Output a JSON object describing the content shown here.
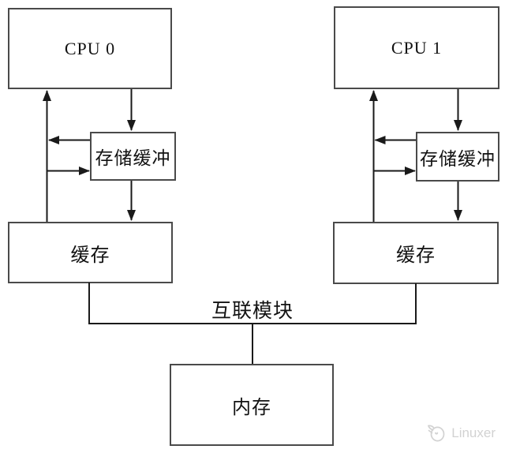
{
  "nodes": {
    "cpu0": "CPU 0",
    "cpu1": "CPU 1",
    "store_buffer_0": "存储缓冲",
    "store_buffer_1": "存储缓冲",
    "cache_0": "缓存",
    "cache_1": "缓存",
    "interconnect": "互联模块",
    "memory": "内存"
  },
  "edges": [
    "cache0-to-cpu0-up-arrow",
    "cpu0-to-storebuffer0-down-arrow",
    "storebuffer0-to-bus-left-arrow",
    "bus-to-storebuffer0-right-arrow",
    "storebuffer0-to-cache0-down-arrow",
    "cache1-to-cpu1-up-arrow",
    "cpu1-to-storebuffer1-down-arrow",
    "storebuffer1-to-bus-left-arrow",
    "bus-to-storebuffer1-right-arrow",
    "storebuffer1-to-cache1-down-arrow",
    "interconnect-bus-wire",
    "interconnect-to-memory-wire"
  ],
  "watermark": {
    "brand": "Linuxer",
    "logo": "penguin-logo-icon"
  },
  "colors": {
    "background": "#ffffff",
    "box_border": "#4a4a4a",
    "arrow_line": "#1a1a1a",
    "text": "#121212",
    "watermark": "#d2d2d2"
  }
}
